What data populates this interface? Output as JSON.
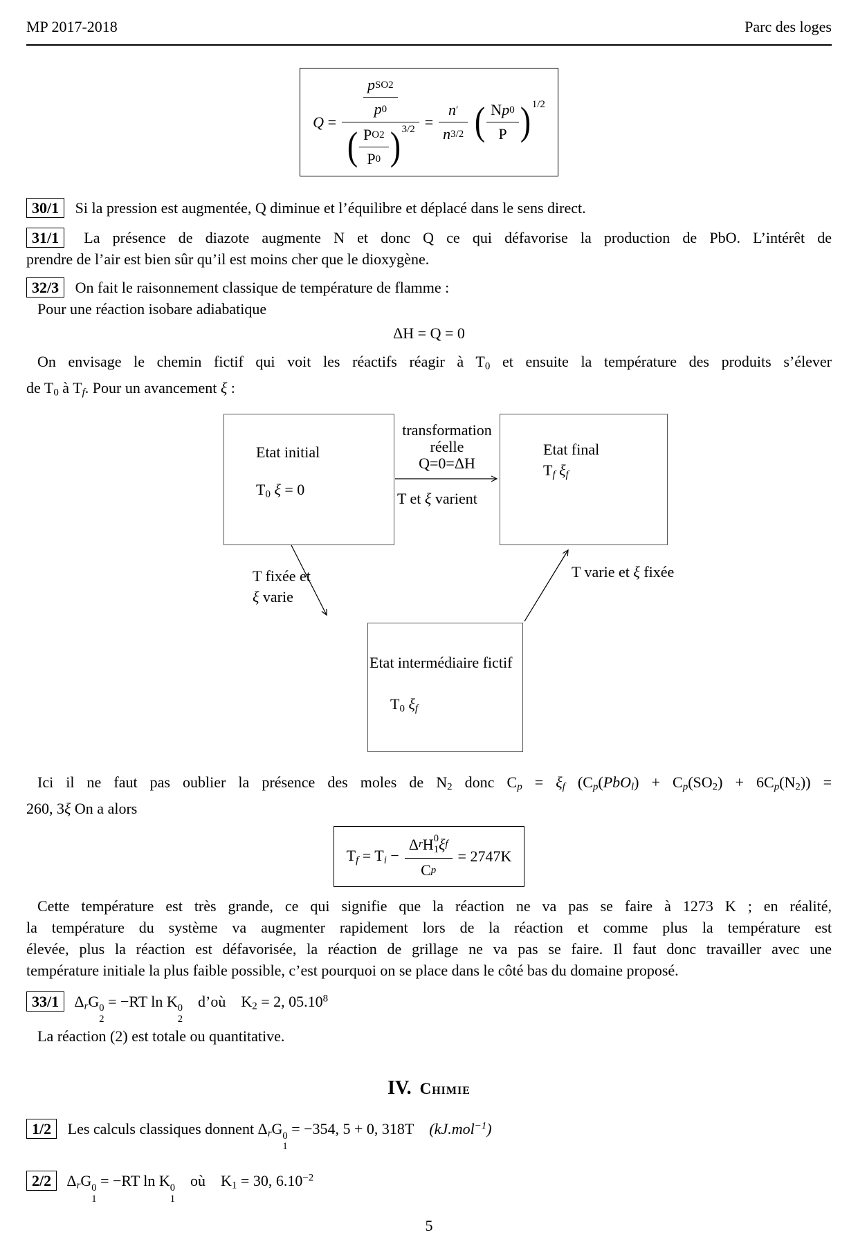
{
  "header": {
    "left": "MP 2017-2018",
    "right": "Parc des loges"
  },
  "eq_q": {
    "lead": [
      {
        "t": "Q",
        "m": "i"
      },
      {
        "t": " ="
      }
    ],
    "top_num": [
      {
        "t": "p",
        "m": "i"
      },
      {
        "t": "SO2",
        "m": "sub"
      }
    ],
    "top_den": [
      {
        "t": "p",
        "m": "i"
      },
      {
        "t": "0",
        "m": "sup"
      }
    ],
    "bot_num": [
      {
        "t": "P"
      },
      {
        "t": "O2",
        "m": "sub"
      }
    ],
    "bot_den": [
      {
        "t": "P"
      },
      {
        "t": "0",
        "m": "sup"
      }
    ],
    "exp_bot": "3/2",
    "mid": [
      {
        "t": "="
      }
    ],
    "f2_num": [
      {
        "t": "n",
        "m": "i"
      },
      {
        "t": "′",
        "m": "sup"
      }
    ],
    "f2_den": [
      {
        "t": "n",
        "m": "i"
      },
      {
        "t": "3/2",
        "m": "sup"
      }
    ],
    "f3_num": [
      {
        "t": "N"
      },
      {
        "t": "p",
        "m": "i"
      },
      {
        "t": "0",
        "m": "sup"
      }
    ],
    "f3_den": [
      {
        "t": "P"
      }
    ],
    "exp_out": "1/2",
    "lp": "(",
    "rp": ")"
  },
  "q30": {
    "badge": "30/1",
    "text": "Si la pression est augmentée, Q diminue et l’équilibre et déplacé dans le sens direct."
  },
  "q31": {
    "badge": "31/1",
    "line1": "La présence de diazote augmente N et donc Q ce qui défavorise la production de PbO. L’intérêt de",
    "line2": "prendre de l’air est bien sûr qu’il est moins cher que le dioxygène."
  },
  "q32": {
    "badge": "32/3",
    "text": "On fait le raisonnement classique de température de flamme :",
    "sub": "Pour une réaction isobare adiabatique"
  },
  "eq_dh": "ΔH = Q = 0",
  "chemin": {
    "line1": [
      {
        "t": "On envisage le chemin fictif qui voit les réactifs réagir à T"
      },
      {
        "t": "0",
        "m": "sub"
      },
      {
        "t": " et ensuite la température des produits s’élever"
      }
    ],
    "line2": [
      {
        "t": "de T"
      },
      {
        "t": "0",
        "m": "sub"
      },
      {
        "t": " à T"
      },
      {
        "t": "f",
        "m": "sub i"
      },
      {
        "t": ". Pour un avancement "
      },
      {
        "t": "ξ",
        "m": "i"
      },
      {
        "t": " :"
      }
    ]
  },
  "diagram": {
    "box_initial": {
      "title": "Etat initial",
      "state": [
        {
          "t": "T"
        },
        {
          "t": "0",
          "m": "sub"
        },
        {
          "t": " "
        },
        {
          "t": "ξ",
          "m": "i"
        },
        {
          "t": " = 0"
        }
      ]
    },
    "box_final": {
      "title": "Etat final",
      "state": [
        {
          "t": "T"
        },
        {
          "t": "f",
          "m": "sub i"
        },
        {
          "t": " "
        },
        {
          "t": "ξ",
          "m": "i"
        },
        {
          "t": "f",
          "m": "sub i"
        }
      ]
    },
    "box_inter": {
      "title": "Etat intermédiaire fictif",
      "state": [
        {
          "t": "T"
        },
        {
          "t": "0",
          "m": "sub"
        },
        {
          "t": " "
        },
        {
          "t": "ξ",
          "m": "i"
        },
        {
          "t": "f",
          "m": "sub i"
        }
      ]
    },
    "top1": "transformation",
    "top2": "réelle",
    "top3": "Q=0=ΔH",
    "below": [
      {
        "t": "T et "
      },
      {
        "t": "ξ",
        "m": "i"
      },
      {
        "t": " varient"
      }
    ],
    "left_label1": "T fixée et",
    "left_label2": [
      {
        "t": "ξ",
        "m": "i"
      },
      {
        "t": " varie"
      }
    ],
    "right_label": [
      {
        "t": "T varie et "
      },
      {
        "t": "ξ",
        "m": "i"
      },
      {
        "t": " fixée"
      }
    ]
  },
  "ici": {
    "line1": [
      {
        "t": "Ici il ne faut pas oublier la présence des moles de N"
      },
      {
        "t": "2",
        "m": "sub"
      },
      {
        "t": " donc C"
      },
      {
        "t": "p",
        "m": "sub i"
      },
      {
        "t": " = "
      },
      {
        "t": "ξ",
        "m": "i"
      },
      {
        "t": "f",
        "m": "sub i"
      },
      {
        "t": " (C"
      },
      {
        "t": "p",
        "m": "sub i"
      },
      {
        "t": "("
      },
      {
        "t": "PbO",
        "m": "i"
      },
      {
        "t": "l",
        "m": "sub i"
      },
      {
        "t": ") + C"
      },
      {
        "t": "p",
        "m": "sub i"
      },
      {
        "t": "(SO"
      },
      {
        "t": "2",
        "m": "sub"
      },
      {
        "t": ") + 6C"
      },
      {
        "t": "p",
        "m": "sub i"
      },
      {
        "t": "(N"
      },
      {
        "t": "2",
        "m": "sub"
      },
      {
        "t": ")) ="
      }
    ],
    "line2": [
      {
        "t": "260, 3"
      },
      {
        "t": "ξ",
        "m": "i"
      },
      {
        "t": " On a alors"
      }
    ]
  },
  "eq_tf": {
    "lead": [
      {
        "t": "T"
      },
      {
        "t": "f",
        "m": "sub i"
      },
      {
        "t": " = T"
      },
      {
        "t": "i",
        "m": "sub i"
      },
      {
        "t": " − "
      }
    ],
    "num": [
      {
        "t": "Δ"
      },
      {
        "t": "r",
        "m": "sub i"
      },
      {
        "t": "H"
      },
      {
        "sup": "0",
        "sub": "1"
      },
      {
        "t": "ξ",
        "m": "i"
      },
      {
        "t": "f",
        "m": "sub i"
      }
    ],
    "den": [
      {
        "t": "C"
      },
      {
        "t": "p",
        "m": "sub i"
      }
    ],
    "tail": [
      {
        "t": " = 2747K"
      }
    ]
  },
  "cette": {
    "line1": "Cette température est très grande, ce qui signifie que la réaction ne va pas se faire à 1273 K ; en réalité,",
    "line2": "la température du système va augmenter rapidement lors de la réaction et comme plus la température est",
    "line3": "élevée, plus la réaction est défavorisée, la réaction de grillage ne va pas se faire. Il faut donc travailler avec une",
    "line4": "température initiale la plus faible possible, c’est pourquoi on se place dans le côté bas du domaine proposé."
  },
  "q33": {
    "badge": "33/1",
    "eq": [
      {
        "t": "Δ"
      },
      {
        "t": "r",
        "m": "sub i"
      },
      {
        "t": "G"
      },
      {
        "sup": "0",
        "sub": "2"
      },
      {
        "t": " = −RT ln K"
      },
      {
        "sup": "0",
        "sub": "2"
      },
      {
        "t": " d’où K"
      },
      {
        "t": "2",
        "m": "sub"
      },
      {
        "t": " = 2, 05.10"
      },
      {
        "t": "8",
        "m": "sup"
      }
    ],
    "sub": "La réaction (2) est totale ou quantitative."
  },
  "heading": {
    "number": "IV.",
    "title": "Chimie"
  },
  "q12": {
    "badge": "1/2",
    "eq": [
      {
        "t": "Les calculs classiques donnent Δ"
      },
      {
        "t": "r",
        "m": "sub i"
      },
      {
        "t": "G"
      },
      {
        "sup": "0",
        "sub": "1"
      },
      {
        "t": " = −354, 5 + 0, 318T "
      },
      {
        "t": "(kJ.mol",
        "m": "i"
      },
      {
        "t": "−1",
        "m": "sup i"
      },
      {
        "t": ")",
        "m": "i"
      }
    ]
  },
  "q22": {
    "badge": "2/2",
    "eq": [
      {
        "t": "Δ"
      },
      {
        "t": "r",
        "m": "sub i"
      },
      {
        "t": "G"
      },
      {
        "sup": "0",
        "sub": "1"
      },
      {
        "t": " = −RT ln K"
      },
      {
        "sup": "0",
        "sub": "1"
      },
      {
        "t": " où K"
      },
      {
        "t": "1",
        "m": "sub"
      },
      {
        "t": " = 30, 6.10"
      },
      {
        "t": "−2",
        "m": "sup"
      }
    ]
  },
  "footer": {
    "page": "5"
  }
}
